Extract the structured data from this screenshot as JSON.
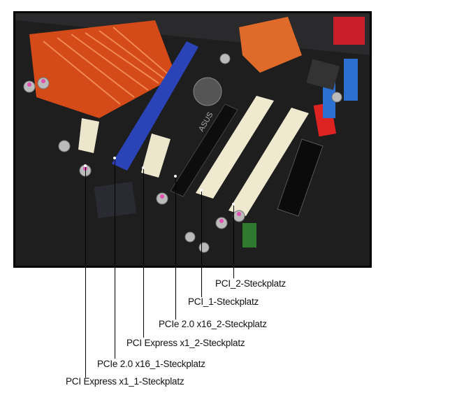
{
  "diagram": {
    "photo_logo_text": "ASUS",
    "callouts": [
      {
        "id": "pci-2",
        "label": "PCI_2-Steckplatz"
      },
      {
        "id": "pci-1",
        "label": "PCI_1-Steckplatz"
      },
      {
        "id": "pcie-x16-2",
        "label": "PCIe 2.0 x16_2-Steckplatz"
      },
      {
        "id": "pci-express-x1-2",
        "label": "PCI Express x1_2-Steckplatz"
      },
      {
        "id": "pcie-x16-1",
        "label": "PCIe 2.0 x16_1-Steckplatz"
      },
      {
        "id": "pci-express-x1-1",
        "label": "PCI Express x1_1-Steckplatz"
      }
    ],
    "colors": {
      "pcie_x16_1": "#2a44b8",
      "pci_slot": "#efe9cf",
      "heatsink": "#d8501e",
      "board": "#1c1c1c"
    }
  }
}
